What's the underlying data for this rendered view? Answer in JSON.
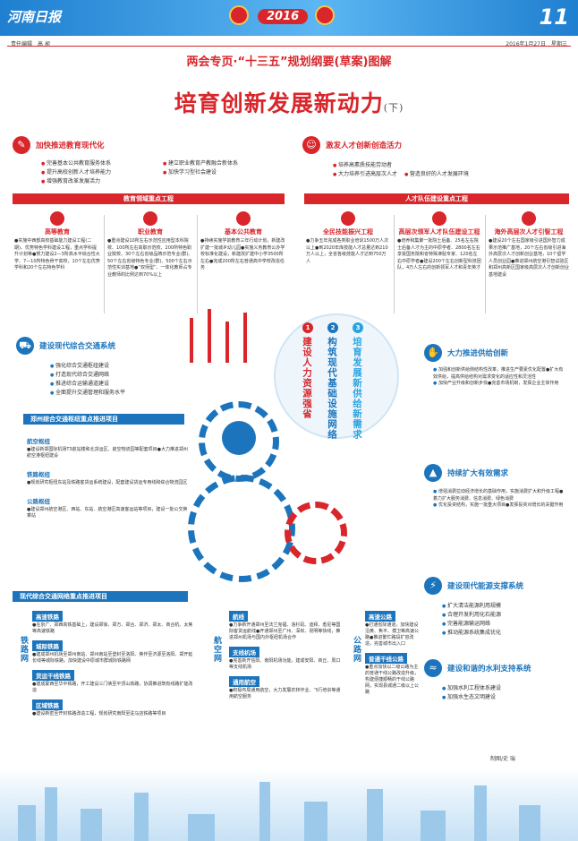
{
  "masthead": {
    "paper": "河南日报",
    "year": "2016",
    "page_no": "11"
  },
  "meta": {
    "editor": "责任编辑　高 昶",
    "date": "2016年1月27日　星期三"
  },
  "header": {
    "subtitle": "两会专页·“十三五”规划纲要(草案)图解",
    "title": "培育创新发展新动力",
    "title_suffix": "(下)"
  },
  "edu": {
    "title": "加快推进教育现代化",
    "items": [
      "完善基本公共教育服务体系",
      "建立职业教育产教融合新体系",
      "提升高校创新人才培养能力",
      "加快学习型社会建设",
      "增强教育改革发展活力"
    ],
    "band": "教育领域重点工程",
    "cols": [
      {
        "t": "高等教育",
        "p": "●实施中西部高校基础能力建设工程(二期)、优势特色学科建设工程，重点学科提升计划等●努力建设2—3所高水平综合性大学、7—10所特色骨干高校，10个左右优势学科和20个左右特色学科"
      },
      {
        "t": "职业教育",
        "p": "●重点建设10所左右示范性应用型本科院校、100所左右高职示范校、200所特色职业院校、30个左右省级品牌示范专业(群)、50个左右省级特色专业(群)、500个左右示范性实训基地●“双师型”、一体化教师占专业教师的比例达到70%以上"
      },
      {
        "t": "基本公共教育",
        "p": "●持续实施学前教育三年行动计划，新建改扩建一批城乡幼儿园●实施义务教育公办学校标准化建设，新建改扩建中小学3500所左右●完成200所左右普通高中学校改造任务"
      }
    ]
  },
  "talent": {
    "title": "激发人才创新创造活力",
    "items": [
      "培养高素质技能劳动者",
      "大力培养引进高层次人才",
      "营造良好的人才发展环境"
    ],
    "band": "人才队伍建设重点工程",
    "cols": [
      {
        "t": "全民技能振兴工程",
        "p": "●力争五年完成各类职业培训1500万人次以上●到2020年库技能人才总量达到210万人以上，全省各级技能人才达到750万人"
      },
      {
        "t": "高层次领军人才队伍建设工程",
        "p": "●培养和集聚一批院士后备、25名左右院士后备人才为主的中原学者、2800名左右享受国务院和省特殊津贴专家、120名左右中原学者●建设200个左右创新型科技团队，4万人左右的创新领军人才和青年英才"
      },
      {
        "t": "海外高层次人才引智工程",
        "p": "●建设20个左右国家级引进国外智力成果示范推广基地，20个左右省级引进海外高层次人才创新创业基地，10个留学人员创业园●推进郑州航空港引智试验区和郑州高新区国家级高层次人才创新创业基地建设"
      }
    ]
  },
  "center": {
    "goals": [
      {
        "n": "1",
        "t": "建设人力资源强省",
        "c": "#d8262b"
      },
      {
        "n": "2",
        "t": "构筑现代基础设施网络",
        "c": "#1c75bc"
      },
      {
        "n": "3",
        "t": "培育发展新供给新需求",
        "c": "#29a3e0"
      }
    ]
  },
  "transport": {
    "title": "建设现代综合交通系统",
    "items": [
      "强化综合交通枢纽建设",
      "打造现代综合交通网络",
      "推进综合运输通道建设",
      "全面提升交通管理和服务水平"
    ],
    "hub_band": "郑州综合交通枢纽重点推进项目",
    "hubs": [
      {
        "t": "航空枢纽",
        "p": "●建设新郑国际机场T3航站楼和北货运区、航空物流园等配套项目●大力推进郑州航空港枢纽建设"
      },
      {
        "t": "铁路枢纽",
        "p": "●规划研究枢纽东站及铁路客货运系统建设，配套建设货运专用线和综合物流园区"
      },
      {
        "t": "公路枢纽",
        "p": "●建设郑州航空港区、西站、东站、航空港区高速客运站等项目，建设一批公交换乘站"
      }
    ],
    "net_band": "现代综合交通网络重点推进项目"
  },
  "rail": {
    "label": "铁路网",
    "groups": [
      {
        "t": "高速铁路",
        "p": "●在京广、郑西高铁基础上，建设郑徐、郑万、郑合、郑济、郑太、商合杭、太焦等高速铁路"
      },
      {
        "t": "城际铁路",
        "p": "●建成郑州机场至郑州南站、郑州南站至登封至洛阳、焦作至济源至洛阳、郑开延长线等城际铁路，加快建设中原城市群城际铁路网"
      },
      {
        "t": "货运干线铁路",
        "p": "●建成蒙西至华中铁路，开工建设三门峡至平顶山铁路，协调推进既有线路扩能改造"
      },
      {
        "t": "区域铁路",
        "p": "●建设新密至开封铁路改造工程，规划研究南阳至驻马店铁路等项目"
      }
    ]
  },
  "air": {
    "label": "航空网",
    "groups": [
      {
        "t": "航线",
        "p": "●力争新开通郑州至法兰克福、洛杉矶、迪拜、悉尼等国际客货运航线●开通郑州至广州、深圳、昆明等快线，推进郑州机场与国内外枢纽机场合作"
      },
      {
        "t": "支线机场",
        "p": "●完善新开信阳、南阳机场功能，建成安阳、商丘、周口等支线机场"
      },
      {
        "t": "通用航空",
        "p": "●积极布局通用航空，大力发展农林作业、飞行培训等通用航空服务"
      }
    ]
  },
  "road": {
    "label": "公路网",
    "groups": [
      {
        "t": "高速公路",
        "p": "●打通省际通道，加快建设沿黄、焦平、濮卫等高速公路●推进繁忙路段扩容改造，完善城市出入口"
      },
      {
        "t": "普通干线公路",
        "p": "●重点加快以二级公路为主的普通干线公路改造升级，构建便捷顺畅的干线公路网，实现县城通二级以上公路"
      }
    ]
  },
  "supply": {
    "title": "大力推进供给创新",
    "items": [
      "加强和创新供给侧结构性改革，推进生产要素优化配置●扩大有效供给，提高供给结构对需求变化的适应性和灵活性",
      "加快产业升级和创新步伐●完善市场机制，发挥企业主体作用"
    ]
  },
  "demand": {
    "title": "持续扩大有效需求",
    "items": [
      "增强消费拉动经济增长的基础作用，实施消费扩大和升级工程●着力扩大服务消费、信息消费、绿色消费",
      "优化投资结构，实施一批重大项目●发挥投资对增长的关键作用"
    ]
  },
  "energy": {
    "title": "建设现代能源支撑系统",
    "items": [
      "扩大清洁能源利用规模",
      "合理开发利用化石能源",
      "完善能源输运网络",
      "推动能源系统集成优化"
    ]
  },
  "water": {
    "title": "建设和谐的水利支持系统",
    "items": [
      "加强水利工程体系建设",
      "加强水生态文明建设"
    ]
  },
  "footer": {
    "artist": "制图/史 瑞"
  }
}
